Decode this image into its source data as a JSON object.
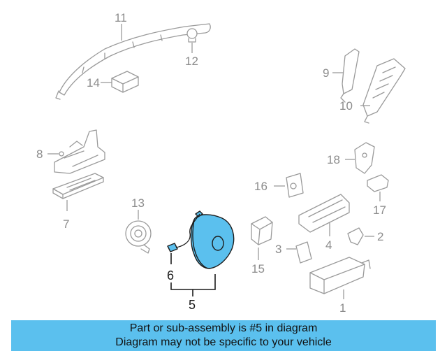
{
  "callouts": {
    "c1": "1",
    "c2": "2",
    "c3": "3",
    "c4": "4",
    "c5": "5",
    "c6": "6",
    "c7": "7",
    "c8": "8",
    "c9": "9",
    "c10": "10",
    "c11": "11",
    "c12": "12",
    "c13": "13",
    "c14": "14",
    "c15": "15",
    "c16": "16",
    "c17": "17",
    "c18": "18"
  },
  "highlight_color": "#5bc0ee",
  "banner": {
    "line1": "Part or sub-assembly is #5 in diagram",
    "line2": "Diagram may not be specific to your vehicle"
  }
}
